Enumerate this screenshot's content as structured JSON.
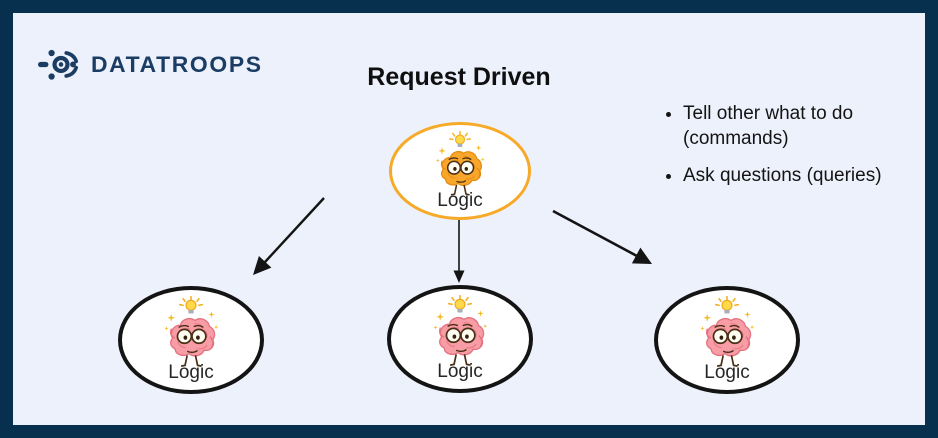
{
  "page": {
    "canvas_color": "#edf1fb",
    "frame_border_color": "#07304f"
  },
  "logo": {
    "text": "DATATROOPS",
    "color": "#1b3d63",
    "icon": "datatroops-hub-icon"
  },
  "title": "Request Driven",
  "bullets": {
    "items": [
      "Tell other what to do (commands)",
      "Ask questions (queries)"
    ]
  },
  "diagram": {
    "root_node": {
      "label": "Logic",
      "ring_color": "#f7a928",
      "brain_color": "#f9a62a",
      "icon": "brain-with-glasses-and-lightbulb-icon"
    },
    "child_nodes": [
      {
        "label": "Logic"
      },
      {
        "label": "Logic"
      },
      {
        "label": "Logic"
      }
    ],
    "child_ring_color": "#141414",
    "child_brain_color": "#f89ca6",
    "arrow_color": "#141414",
    "arrow_count": 3
  }
}
